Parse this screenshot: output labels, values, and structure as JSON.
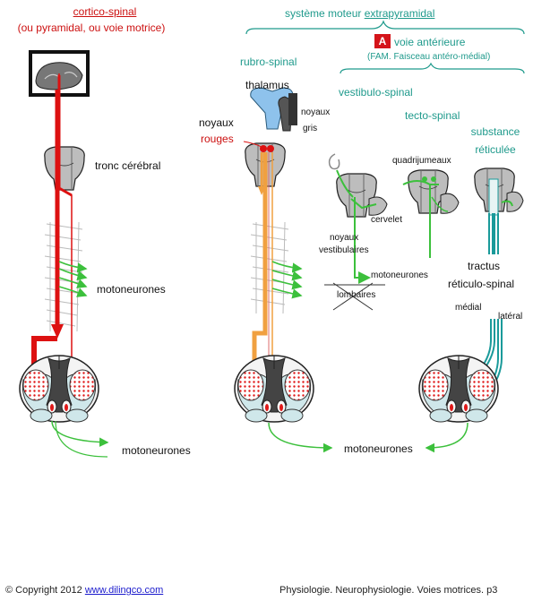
{
  "corticospinal": {
    "title": "cortico-spinal",
    "subtitle": "(ou pyramidal, ou voie motrice)"
  },
  "extrapyramidal": {
    "title_prefix": "système moteur ",
    "title_link": "extrapyramidal",
    "badge": "A",
    "anterior_title": "voie antérieure",
    "anterior_subtitle": "(FAM. Faisceau antéro-médial)",
    "rubrospinal": "rubro-spinal",
    "vestibulospinal": "vestibulo-spinal",
    "tectospinal": "tecto-spinal",
    "reticular_line1": "substance",
    "reticular_line2": "réticulée"
  },
  "labels": {
    "tronc": "tronc cérébral",
    "motoneurones_left": "motoneurones",
    "motoneurones_bottom_left": "motoneurones",
    "thalamus": "thalamus",
    "noyaux_gris_1": "noyaux",
    "noyaux_gris_2": "gris",
    "noyaux_rouges_1": "noyaux",
    "noyaux_rouges_2": "rouges",
    "quadrijumeaux": "quadrijumeaux",
    "cervelet": "cervelet",
    "noyaux_vest_1": "noyaux",
    "noyaux_vest_2": "vestibulaires",
    "motoneurones_mid": "motoneurones",
    "lombaires": "lombaires",
    "tractus_1": "tractus",
    "tractus_2": "réticulo-spinal",
    "medial": "médial",
    "lateral": "latéral",
    "motoneurones_bottom_center": "motoneurones"
  },
  "footer": {
    "copyright": "© Copyright 2012 ",
    "link": "www.dilingco.com",
    "right": "Physiologie. Neurophysiologie. Voies motrices. p3"
  },
  "colors": {
    "pyramidal": "#dd1111",
    "rubro": "#f0a040",
    "green": "#3cc03c",
    "teal": "#1a9a9a",
    "thalamus": "#8ec2ec"
  }
}
